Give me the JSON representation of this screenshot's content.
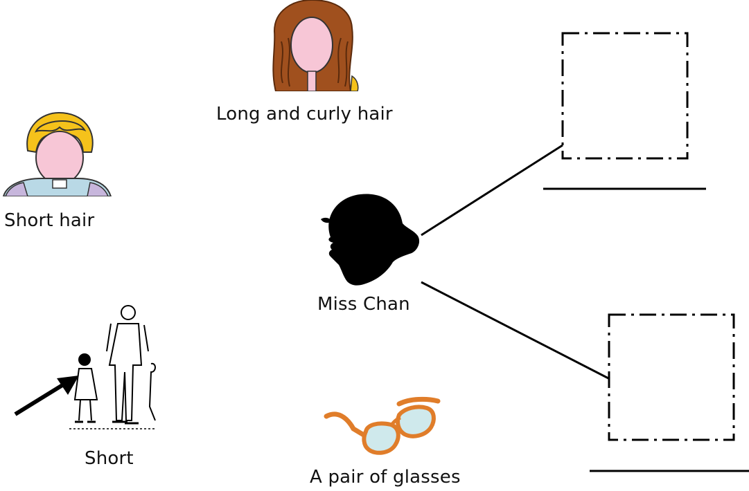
{
  "labels": {
    "curly": "Long and curly hair",
    "short_hair": "Short hair",
    "center": "Miss Chan",
    "short": "Short",
    "glasses": "A pair of glasses"
  },
  "colors": {
    "hair_brown": "#a0501e",
    "hair_yellow": "#f5c21b",
    "skin": "#f7c6d6",
    "glasses_frame": "#e07d2a",
    "lens": "#cfe9ec",
    "ink": "#000000"
  },
  "icons": [
    "curly-hair-woman-icon",
    "short-hair-woman-icon",
    "miss-chan-silhouette-icon",
    "short-girl-family-icon",
    "arrow-icon",
    "glasses-icon"
  ]
}
